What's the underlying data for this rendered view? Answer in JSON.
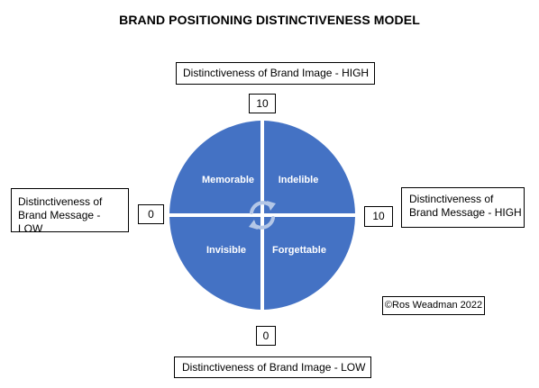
{
  "title": "BRAND POSITIONING DISTINCTIVENESS MODEL",
  "axis": {
    "top_label": "Distinctiveness of Brand Image - HIGH",
    "bottom_label": "Distinctiveness of Brand Image - LOW",
    "left_label_line1": "Distinctiveness of",
    "left_label_line2": "Brand Message - LOW",
    "right_label_line1": "Distinctiveness of",
    "right_label_line2": "Brand Message - HIGH",
    "top_value": "10",
    "bottom_value": "0",
    "left_value": "0",
    "right_value": "10"
  },
  "quadrants": {
    "top_left": "Memorable",
    "top_right": "Indelible",
    "bottom_left": "Invisible",
    "bottom_right": "Forgettable"
  },
  "copyright": "©Ros Weadman 2022",
  "colors": {
    "quadrant_fill": "#4472C4",
    "divider": "#ffffff",
    "cycle_arrows": "#B4C7E7"
  },
  "icons": [
    "cycle-arrows-icon"
  ]
}
